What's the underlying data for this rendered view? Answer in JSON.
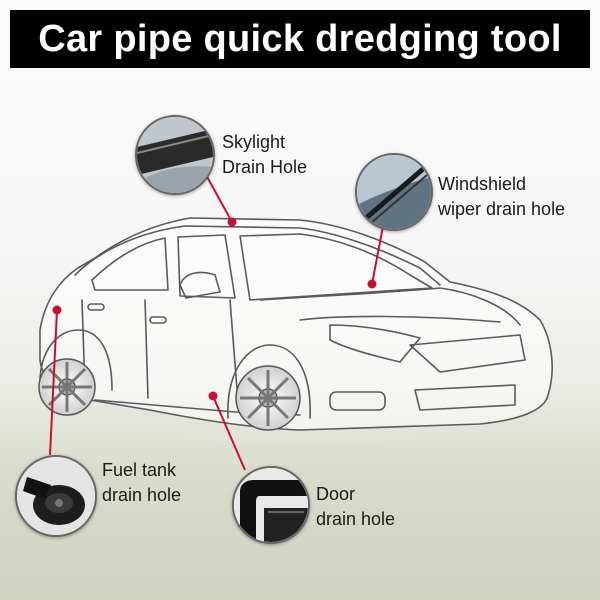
{
  "title": "Car pipe quick dredging tool",
  "callouts": {
    "skylight": {
      "line1": "Skylight",
      "line2": "Drain Hole",
      "icon": "sunroof-icon"
    },
    "windshield": {
      "line1": "Windshield",
      "line2": "wiper drain hole",
      "icon": "wiper-icon"
    },
    "fuel": {
      "line1": "Fuel tank",
      "line2": "drain hole",
      "icon": "fuel-cap-icon"
    },
    "door": {
      "line1": "Door",
      "line2": "drain hole",
      "icon": "door-seal-icon"
    }
  },
  "colors": {
    "title_bg": "#000000",
    "title_text": "#ffffff",
    "marker": "#c8102e",
    "car_outline": "#5a5a5a"
  }
}
